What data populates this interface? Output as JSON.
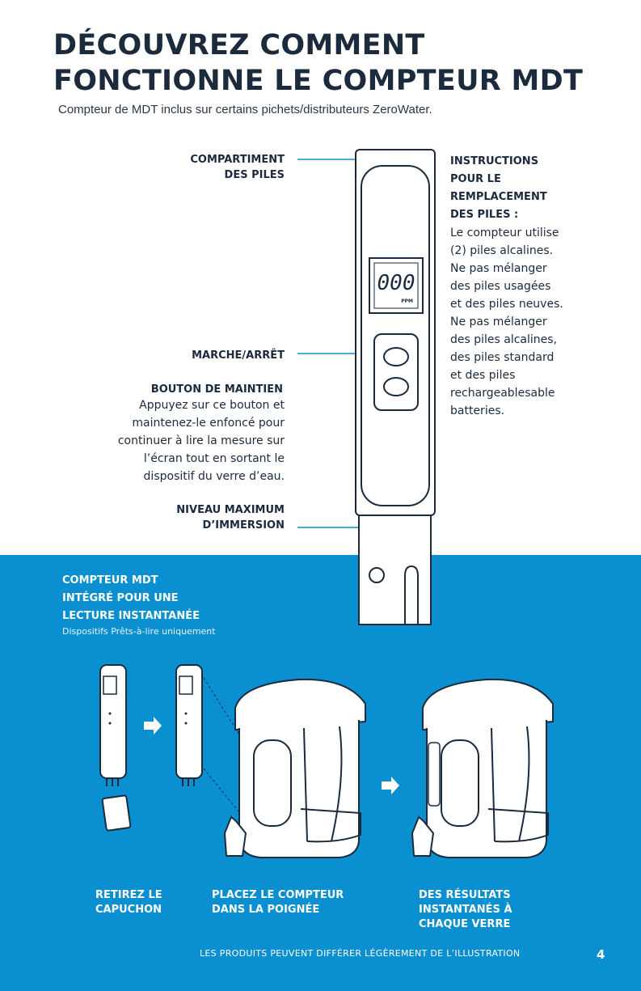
{
  "title": {
    "line1": "DÉCOUVREZ COMMENT",
    "line2": "FONCTIONNE LE COMPTEUR MDT"
  },
  "subtitle": "Compteur de MDT inclus sur certains pichets/distributeurs ZeroWater.",
  "callouts": {
    "battery_compartment": {
      "line1": "COMPARTIMENT",
      "line2": "DES PILES"
    },
    "on_off": "MARCHE/ARRÊT",
    "hold_button": {
      "title": "BOUTON DE MAINTIEN",
      "lines": [
        "Appuyez sur ce bouton et",
        "maintenez-le enfoncé pour",
        "continuer à lire la mesure sur",
        "l’écran tout en sortant le",
        "dispositif du verre d’eau."
      ]
    },
    "max_immersion": {
      "line1": "NIVEAU MAXIMUM",
      "line2": "D’IMMERSION"
    }
  },
  "instructions": {
    "title_lines": [
      "INSTRUCTIONS",
      "POUR LE",
      "REMPLACEMENT",
      "DES PILES :"
    ],
    "body_lines": [
      "Le compteur utilise",
      "(2) piles alcalines.",
      "Ne pas mélanger",
      "des piles usagées",
      "et des piles neuves.",
      "Ne pas mélanger",
      "des piles alcalines,",
      "des piles standard",
      "et des piles",
      "rechargeablesable",
      "batteries."
    ]
  },
  "meter": {
    "display_value": "000",
    "unit": "PPM"
  },
  "integrated": {
    "title_lines": [
      "COMPTEUR MDT",
      "INTÉGRÉ POUR UNE",
      "LECTURE INSTANTANÉE"
    ],
    "note": "Dispositifs Prêts-à-lire uniquement"
  },
  "steps": [
    {
      "line1": "RETIREZ LE",
      "line2": "CAPUCHON"
    },
    {
      "line1": "PLACEZ LE COMPTEUR",
      "line2": "DANS LA POIGNÉE"
    },
    {
      "line1": "DES RÉSULTATS",
      "line2": "INSTANTANÉS À",
      "line3": "CHAQUE VERRE"
    }
  ],
  "footer": "LES PRODUITS PEUVENT DIFFÉRER LÉGÈREMENT DE L’ILLUSTRATION",
  "page_number": "4",
  "colors": {
    "accent_blue": "#0a8fd0",
    "ink": "#1b2a3d"
  }
}
